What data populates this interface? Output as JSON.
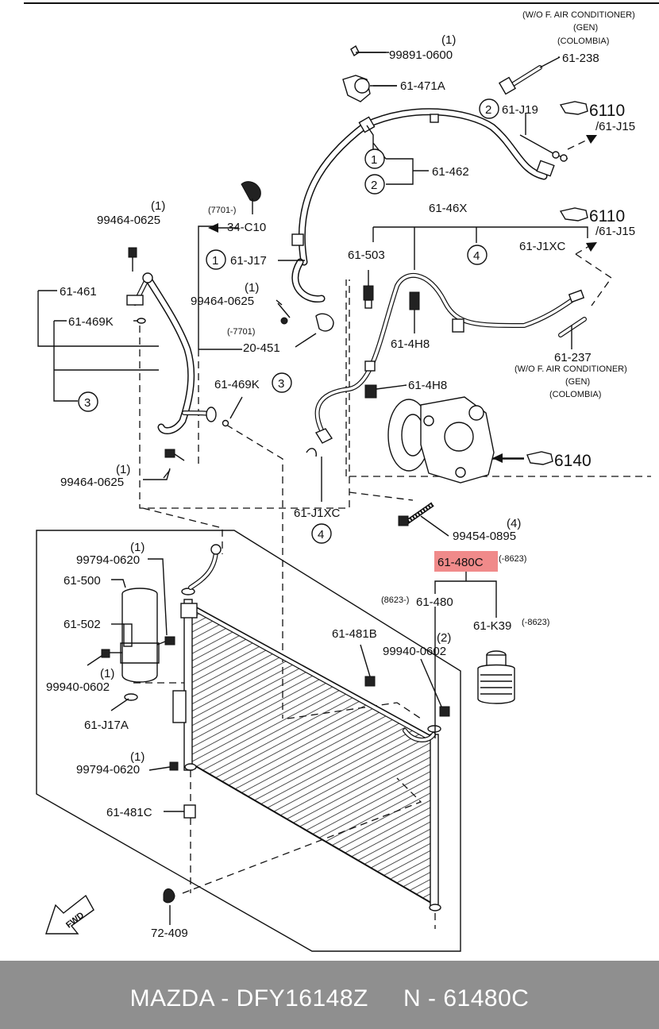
{
  "callouts": {
    "c_61238_note1": "(W/O F. AIR CONDITIONER)",
    "c_61238_note2": "(GEN)",
    "c_61238_note3": "(COLOMBIA)",
    "c_61238": "61-238",
    "c_99891_qty": "(1)",
    "c_99891": "99891-0600",
    "c_61471a": "61-471A",
    "c_61j19": "61-J19",
    "c_6110a": "6110",
    "c_61j15a": "/61-J15",
    "c_61462": "61-462",
    "c_7701a": "(7701-)",
    "c_34c10": "34-C10",
    "c_99464a_qty": "(1)",
    "c_99464a": "99464-0625",
    "c_61461": "61-461",
    "c_61469k_a": "61-469K",
    "c_61j17": "61-J17",
    "c_99464b_qty": "(1)",
    "c_99464b": "99464-0625",
    "c_7701b": "(-7701)",
    "c_20451": "20-451",
    "c_6146x": "61-46X",
    "c_6110b": "6110",
    "c_61j15b": "/61-J15",
    "c_61503": "61-503",
    "c_61j1xc_a": "61-J1XC",
    "c_614h8_a": "61-4H8",
    "c_61237": "61-237",
    "c_61237_note1": "(W/O F. AIR CONDITIONER)",
    "c_61237_note2": "(GEN)",
    "c_61237_note3": "(COLOMBIA)",
    "c_61469k_b": "61-469K",
    "c_614h8_b": "61-4H8",
    "c_99464c_qty": "(1)",
    "c_99464c": "99464-0625",
    "c_6140": "6140",
    "c_61j1xc_b": "61-J1XC",
    "c_99454_qty": "(4)",
    "c_99454": "99454-0895",
    "c_61480c": "61-480C",
    "c_61480c_range": "(-8623)",
    "c_61480_range": "(8623-)",
    "c_61480": "61-480",
    "c_61k39": "61-K39",
    "c_61k39_range": "(-8623)",
    "c_99794a_qty": "(1)",
    "c_99794a": "99794-0620",
    "c_61500": "61-500",
    "c_61502": "61-502",
    "c_99940a_qty": "(1)",
    "c_99940a": "99940-0602",
    "c_61j17a": "61-J17A",
    "c_99794b_qty": "(1)",
    "c_99794b": "99794-0620",
    "c_61481c": "61-481C",
    "c_61481b": "61-481B",
    "c_99940b_qty": "(2)",
    "c_99940b": "99940-0602",
    "c_72409": "72-409",
    "c_fwd": "FWD"
  },
  "circled_refs": {
    "r1_top": "1",
    "r2_top": "2",
    "r2_j19": "2",
    "r1_j17": "1",
    "r3_left": "3",
    "r4_46x": "4",
    "r3_469k": "3",
    "r4_j1xc": "4"
  },
  "highlight": {
    "color": "#f08a8a"
  },
  "footer": {
    "text": "MAZDA - DFY16148Z     N - 61480C",
    "bg_color": "#8f8f8f"
  }
}
